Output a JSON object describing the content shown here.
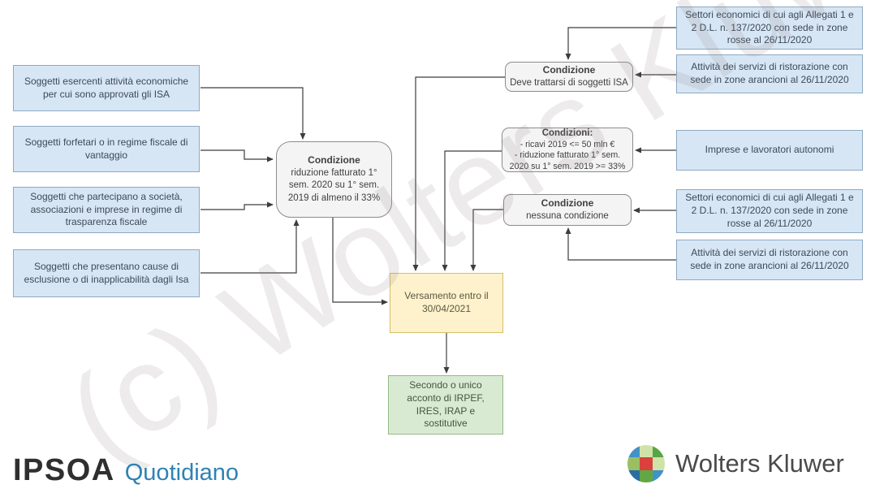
{
  "watermark": "(c) Wolters Kluwer",
  "colors": {
    "blue_box_fill": "#d7e6f5",
    "blue_box_border": "#8ea9c1",
    "gray_box_fill": "#f4f4f4",
    "gray_box_border": "#8c8c8c",
    "yellow_box_fill": "#fdf2cb",
    "yellow_box_border": "#d7bd6b",
    "green_box_fill": "#d9ead3",
    "green_box_border": "#94bb84",
    "quotidiano_blue": "#2e82b4",
    "wk_logo_red": "#d9413d",
    "wk_logo_green": "#62a744",
    "wk_logo_blue": "#4292c6"
  },
  "diagram": {
    "left_boxes": [
      "Soggetti esercenti attività economiche per cui sono approvati gli ISA",
      "Soggetti forfetari o in regime fiscale di vantaggio",
      "Soggetti che partecipano a società, associazioni e imprese in regime di trasparenza fiscale",
      "Soggetti che presentano cause di esclusione o di inapplicabilità dagli Isa"
    ],
    "center_condition": {
      "title": "Condizione",
      "body": "riduzione fatturato 1° sem. 2020 su 1° sem. 2019 di almeno il 33%"
    },
    "condition_isa": {
      "title": "Condizione",
      "body": "Deve trattarsi di soggetti ISA"
    },
    "condition_ricavi": {
      "title": "Condizioni:",
      "line1": "- ricavi 2019 <= 50 mln €",
      "line2": "- riduzione fatturato 1° sem. 2020 su 1° sem. 2019 >= 33%"
    },
    "condition_nessuna": {
      "title": "Condizione",
      "body": "nessuna condizione"
    },
    "right_boxes": [
      "Settori economici di cui agli Allegati 1 e 2 D.L. n. 137/2020 con sede in zone rosse al 26/11/2020",
      "Attività dei servizi di ristorazione con sede in zone arancioni al 26/11/2020",
      "Imprese e lavoratori autonomi",
      "Settori economici di cui agli Allegati 1 e 2  D.L. n. 137/2020 con sede in zone rosse al 26/11/2020",
      "Attività dei servizi di ristorazione con sede in zone arancioni al 26/11/2020"
    ],
    "payment_box": "Versamento entro il 30/04/2021",
    "result_box": "Secondo o unico acconto di IRPEF, IRES, IRAP e sostitutive"
  },
  "footer": {
    "ipsoa": "IPSOA",
    "quotidiano": "Quotidiano",
    "wolters_kluwer": "Wolters Kluwer"
  }
}
